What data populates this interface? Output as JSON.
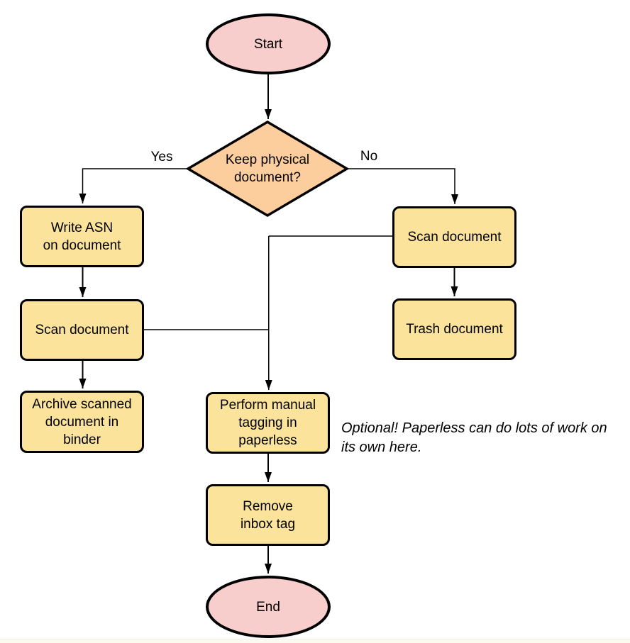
{
  "flowchart": {
    "nodes": {
      "start": {
        "label": "Start",
        "shape": "terminator"
      },
      "decision": {
        "label": "Keep physical\ndocument?",
        "shape": "decision"
      },
      "write_asn": {
        "label": "Write ASN\non document",
        "shape": "process"
      },
      "scan_left": {
        "label": "Scan document",
        "shape": "process"
      },
      "archive": {
        "label": "Archive scanned\ndocument in\nbinder",
        "shape": "process"
      },
      "scan_right": {
        "label": "Scan document",
        "shape": "process"
      },
      "trash": {
        "label": "Trash document",
        "shape": "process"
      },
      "perform_tagging": {
        "label": "Perform manual\ntagging in\npaperless",
        "shape": "process"
      },
      "remove_inbox_tag": {
        "label": "Remove\ninbox tag",
        "shape": "process"
      },
      "end": {
        "label": "End",
        "shape": "terminator"
      }
    },
    "edge_labels": {
      "yes": "Yes",
      "no": "No"
    },
    "annotation": "Optional! Paperless can do lots of work on\nits own here.",
    "colors": {
      "terminator_fill": "#F8CECC",
      "decision_fill": "#FCCE9E",
      "process_fill": "#FBE39B",
      "stroke": "#000000"
    }
  }
}
